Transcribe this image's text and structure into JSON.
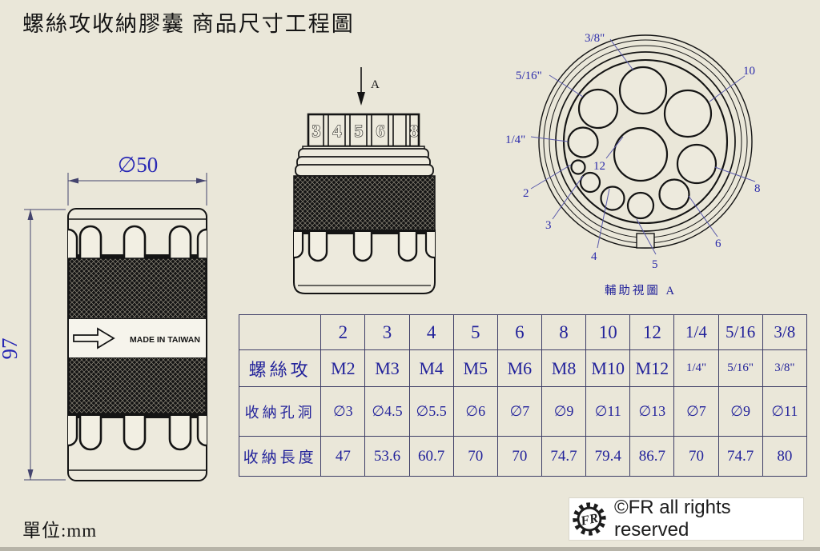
{
  "title": "螺絲攻收納膠囊 商品尺寸工程圖",
  "unit_note": "單位:mm",
  "copyright": {
    "logo_text": "FR",
    "text": "©FR all rights reserved"
  },
  "dimensions": {
    "diameter": "∅50",
    "height": "97"
  },
  "side_view": {
    "made_in": "MADE IN TAIWAN"
  },
  "section_view": {
    "arrow_label": "A",
    "cap_numbers": [
      "3",
      "4",
      "5",
      "6",
      "8"
    ]
  },
  "aux_view": {
    "caption": "輔助視圖 A",
    "hole_labels": {
      "h3_8": "3/8\"",
      "h5_16": "5/16\"",
      "h1_4": "1/4\"",
      "h2": "2",
      "h3": "3",
      "h4": "4",
      "h5": "5",
      "h6": "6",
      "h8": "8",
      "h10": "10",
      "h12": "12"
    }
  },
  "table": {
    "sizes": [
      "2",
      "3",
      "4",
      "5",
      "6",
      "8",
      "10",
      "12",
      "1/4",
      "5/16",
      "3/8"
    ],
    "rows": [
      {
        "label": "螺絲攻",
        "values": [
          "M2",
          "M3",
          "M4",
          "M5",
          "M6",
          "M8",
          "M10",
          "M12",
          "1/4\"",
          "5/16\"",
          "3/8\""
        ]
      },
      {
        "label": "收納孔洞",
        "values": [
          "∅3",
          "∅4.5",
          "∅5.5",
          "∅6",
          "∅7",
          "∅9",
          "∅11",
          "∅13",
          "∅7",
          "∅9",
          "∅11"
        ]
      },
      {
        "label": "收納長度",
        "values": [
          "47",
          "53.6",
          "60.7",
          "70",
          "70",
          "74.7",
          "79.4",
          "86.7",
          "70",
          "74.7",
          "80"
        ]
      }
    ]
  },
  "colors": {
    "background": "#eae7d9",
    "line": "#141414",
    "accent_blue": "#2b2bab",
    "table_border": "#3d3d66"
  }
}
